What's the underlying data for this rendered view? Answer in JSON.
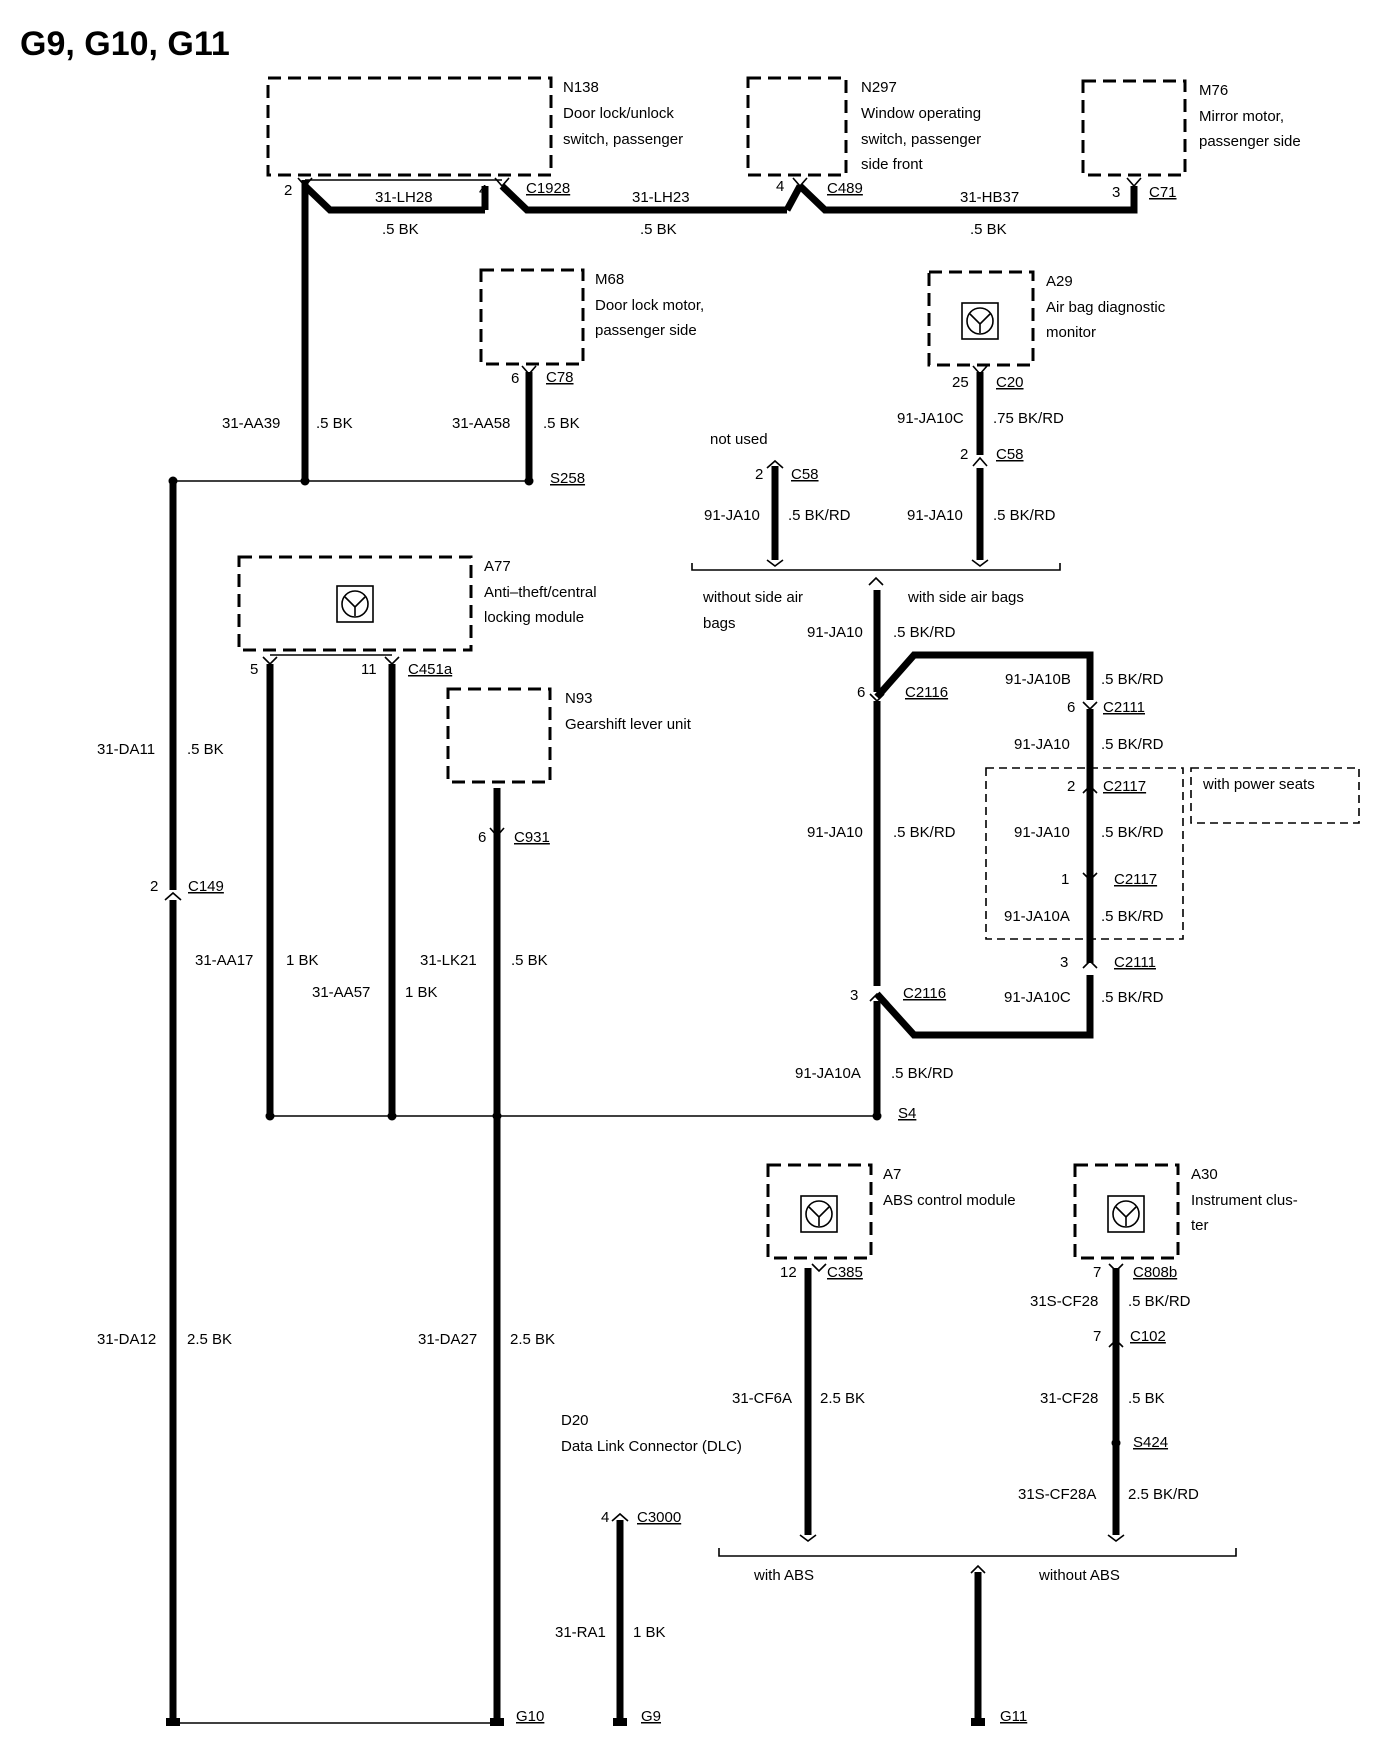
{
  "page_title": "G9, G10, G11",
  "components": {
    "n138": {
      "id": "N138",
      "line1": "Door lock/unlock",
      "line2": "switch, passenger"
    },
    "n297": {
      "id": "N297",
      "line1": "Window operating",
      "line2": "switch, passenger",
      "line3": "side front"
    },
    "m76": {
      "id": "M76",
      "line1": "Mirror motor,",
      "line2": "passenger side"
    },
    "m68": {
      "id": "M68",
      "line1": "Door lock motor,",
      "line2": "passenger side"
    },
    "a29": {
      "id": "A29",
      "line1": "Air bag diagnostic",
      "line2": "monitor"
    },
    "a77": {
      "id": "A77",
      "line1": "Anti–theft/central",
      "line2": "locking module"
    },
    "n93": {
      "id": "N93",
      "line1": "Gearshift lever unit"
    },
    "a7": {
      "id": "A7",
      "line1": "ABS control module"
    },
    "a30": {
      "id": "A30",
      "line1": "Instrument clus-",
      "line2": "ter"
    },
    "d20": {
      "id": "D20",
      "line1": "Data Link Connector (DLC)"
    }
  },
  "connectors": {
    "c1928": "C1928",
    "c489": "C489",
    "c71": "C71",
    "c78": "C78",
    "c20": "C20",
    "c58a": "C58",
    "c58b": "C58",
    "c451a": "C451a",
    "c931": "C931",
    "c149": "C149",
    "c2116a": "C2116",
    "c2116b": "C2116",
    "c2111a": "C2111",
    "c2111b": "C2111",
    "c2117a": "C2117",
    "c2117b": "C2117",
    "c385": "C385",
    "c808b": "C808b",
    "c102": "C102",
    "c3000": "C3000"
  },
  "splices": {
    "s258": "S258",
    "s4": "S4",
    "s424": "S424"
  },
  "grounds": {
    "g9": "G9",
    "g10": "G10",
    "g11": "G11"
  },
  "pins": {
    "p2_n138": "2",
    "p4_n138": "4",
    "p4_n297": "4",
    "p3_m76": "3",
    "p6_m68": "6",
    "p25_a29": "25",
    "p2_c58r": "2",
    "p2_c58l": "2",
    "p5_a77": "5",
    "p11_a77": "11",
    "p6_n93": "6",
    "p2_c149": "2",
    "p6_c2116": "6",
    "p6_c2111": "6",
    "p2_c2117": "2",
    "p1_c2117": "1",
    "p3_c2111": "3",
    "p3_c2116": "3",
    "p12_a7": "12",
    "p7_a30": "7",
    "p7_c102": "7",
    "p4_c3000": "4"
  },
  "wires": {
    "lh28": "31-LH28",
    "lh28_spec": ".5 BK",
    "lh23": "31-LH23",
    "lh23_spec": ".5 BK",
    "hb37": "31-HB37",
    "hb37_spec": ".5 BK",
    "aa39": "31-AA39",
    "aa39_spec": ".5 BK",
    "aa58": "31-AA58",
    "aa58_spec": ".5 BK",
    "ja10c_top": "91-JA10C",
    "ja10c_top_spec": ".75 BK/RD",
    "ja10_left": "91-JA10",
    "ja10_left_spec": ".5 BK/RD",
    "ja10_right": "91-JA10",
    "ja10_right_spec": ".5 BK/RD",
    "ja10_mid": "91-JA10",
    "ja10_mid_spec": ".5 BK/RD",
    "ja10b": "91-JA10B",
    "ja10b_spec": ".5 BK/RD",
    "ja10_r1": "91-JA10",
    "ja10_r1_spec": ".5 BK/RD",
    "ja10_main": "91-JA10",
    "ja10_main_spec": ".5 BK/RD",
    "ja10_r2": "91-JA10",
    "ja10_r2_spec": ".5 BK/RD",
    "ja10a_r": "91-JA10A",
    "ja10a_r_spec": ".5 BK/RD",
    "ja10c_r": "91-JA10C",
    "ja10c_r_spec": ".5 BK/RD",
    "ja10a_bot": "91-JA10A",
    "ja10a_bot_spec": ".5 BK/RD",
    "da11": "31-DA11",
    "da11_spec": ".5 BK",
    "aa17": "31-AA17",
    "aa17_spec": "1 BK",
    "aa57": "31-AA57",
    "aa57_spec": "1 BK",
    "lk21": "31-LK21",
    "lk21_spec": ".5 BK",
    "da12": "31-DA12",
    "da12_spec": "2.5 BK",
    "da27": "31-DA27",
    "da27_spec": "2.5 BK",
    "cf6a": "31-CF6A",
    "cf6a_spec": "2.5 BK",
    "cf28s": "31S-CF28",
    "cf28s_spec": ".5 BK/RD",
    "cf28": "31-CF28",
    "cf28_spec": ".5 BK",
    "cf28a": "31S-CF28A",
    "cf28a_spec": "2.5 BK/RD",
    "ra1": "31-RA1",
    "ra1_spec": "1 BK"
  },
  "notes": {
    "not_used": "not used",
    "without_side_air_1": "without side air",
    "without_side_air_2": "bags",
    "with_side_air": "with side air bags",
    "with_power_seats": "with power seats",
    "with_abs": "with ABS",
    "without_abs": "without ABS"
  }
}
